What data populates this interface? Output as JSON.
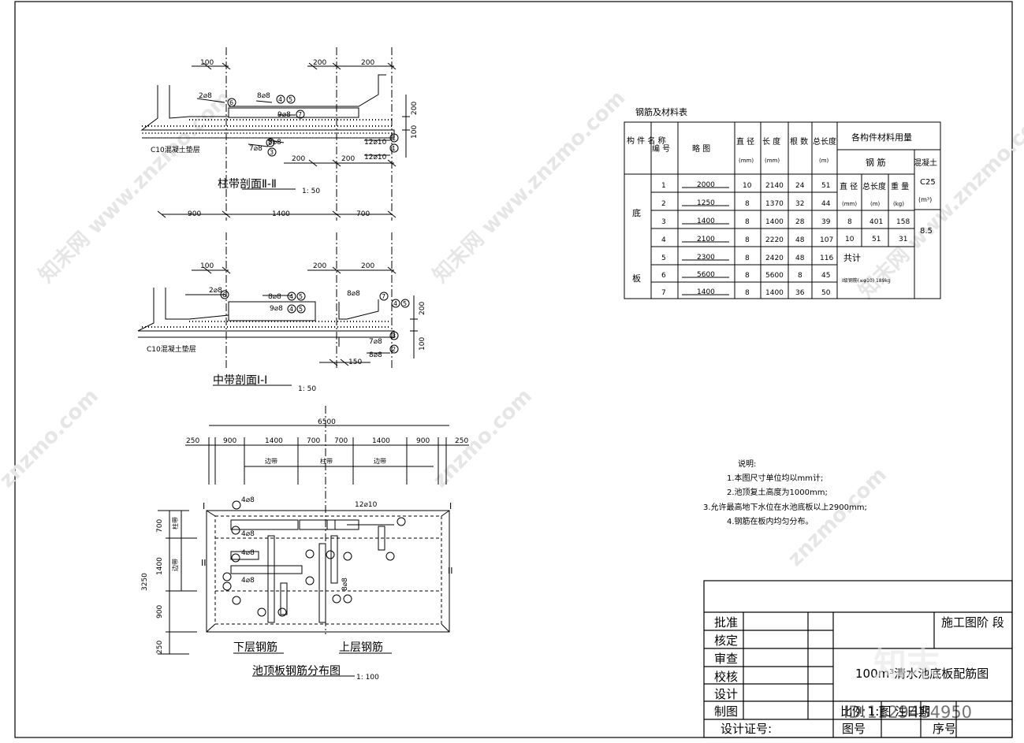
{
  "section_2": {
    "title": "柱带剖面Ⅱ-Ⅱ",
    "scale": "1: 50",
    "dims": {
      "d100": "100",
      "d200a": "200",
      "d200b": "200",
      "d200v": "200",
      "d100v": "100",
      "d200c": "200",
      "d200d": "200"
    },
    "rebar": {
      "r_2e8": "2⌀8",
      "r_8e8": "8⌀8",
      "r_9e8": "9⌀8",
      "r_7e8": "7⌀8",
      "r_8e8b": "8⌀8",
      "r_12a": "12⌀10",
      "r_12b": "12⌀10"
    },
    "circles": [
      "6",
      "4",
      "5",
      "7",
      "2",
      "3",
      "1",
      "1"
    ],
    "cushion": "C10混凝土垫层",
    "spans": [
      "900",
      "1400",
      "700"
    ]
  },
  "section_1": {
    "title": "中带剖面Ⅰ-Ⅰ",
    "scale": "1: 50",
    "dims": {
      "d100": "100",
      "d200a": "200",
      "d200b": "200",
      "d200v": "200",
      "d100v": "100",
      "d150": "150"
    },
    "rebar": {
      "r_2e8": "2⌀8",
      "r_8e8": "8⌀8",
      "r_9e8": "9⌀8",
      "r_8e8b": "8⌀8",
      "r_7e8": "7⌀8",
      "r_8e8c": "8⌀8"
    },
    "circles": [
      "6",
      "4",
      "5",
      "4",
      "5",
      "7",
      "4",
      "5",
      "3",
      "2"
    ],
    "cushion": "C10混凝土垫层"
  },
  "plan": {
    "title": "池顶板钢筋分布图",
    "scale": "1: 100",
    "total": "6500",
    "top_dims": [
      "250",
      "900",
      "1400",
      "700",
      "700",
      "1400",
      "900",
      "250"
    ],
    "band_labels": [
      "边带",
      "柱带",
      "边带"
    ],
    "left_dims": [
      "3250",
      "700",
      "1400",
      "900",
      "250"
    ],
    "left_bands": [
      "柱带",
      "边带"
    ],
    "rebar": {
      "r_4e8a": "4⌀8",
      "r_4e8b": "4⌀8",
      "r_4e8c": "4⌀8",
      "r_4e8d": "4⌀8",
      "r_12": "12⌀10",
      "r_8e8": "8⌀8"
    },
    "cut_labels": [
      "I",
      "I",
      "II",
      "II"
    ],
    "lower_label": "下层钢筋",
    "upper_label": "上层钢筋"
  },
  "table": {
    "caption": "钢筋及材料表",
    "headers": {
      "member": "构 件 名 称",
      "no": "编 号",
      "sketch": "略 图",
      "dia": "直 径",
      "dia_unit": "(mm)",
      "len": "长 度",
      "len_unit": "(mm)",
      "count": "根 数",
      "total": "总长度",
      "total_unit": "(m)",
      "usage": "各构件材料用量",
      "steel": "钢 筋",
      "concrete": "混凝土",
      "sub_dia": "直 径",
      "sub_dia_unit": "(mm)",
      "sub_len": "总长度",
      "sub_len_unit": "(m)",
      "sub_wt": "重 量",
      "sub_wt_unit": "(kg)",
      "conc_grade": "C25",
      "conc_unit": "(m³)"
    },
    "member_chars": [
      "底",
      "板"
    ],
    "rows": [
      {
        "no": "1",
        "sketch": "2000",
        "dia": "10",
        "len": "2140",
        "count": "24",
        "total": "51"
      },
      {
        "no": "2",
        "sketch": "1250",
        "dia": "8",
        "len": "1370",
        "count": "32",
        "total": "44"
      },
      {
        "no": "3",
        "sketch": "1400",
        "dia": "8",
        "len": "1400",
        "count": "28",
        "total": "39"
      },
      {
        "no": "4",
        "sketch": "2100",
        "dia": "8",
        "len": "2220",
        "count": "48",
        "total": "107"
      },
      {
        "no": "5",
        "sketch": "2300",
        "dia": "8",
        "len": "2420",
        "count": "48",
        "total": "116"
      },
      {
        "no": "6",
        "sketch": "5600",
        "dia": "8",
        "len": "5600",
        "count": "8",
        "total": "45"
      },
      {
        "no": "7",
        "sketch": "1400",
        "dia": "8",
        "len": "1400",
        "count": "36",
        "total": "50"
      }
    ],
    "usage_rows": [
      {
        "dia": "8",
        "len": "401",
        "wt": "158"
      },
      {
        "dia": "10",
        "len": "51",
        "wt": "31"
      }
    ],
    "concrete_volume": "8.5",
    "sum_label": "共计",
    "sum_note": "I级钢筋(≤φ10) 189kg"
  },
  "notes": {
    "title": "说明:",
    "items": [
      "1.本图尺寸单位均以mm计;",
      "2.池顶复土高度为1000mm;",
      "3.允许最高地下水位在水池底板以上2900mm;",
      "4.钢筋在板内均匀分布。"
    ]
  },
  "title_block": {
    "roles": [
      "批准",
      "核定",
      "审查",
      "校核",
      "设计",
      "制图"
    ],
    "cert": "设计证号:",
    "stage": "施工图阶 段",
    "drawing_title": "100m³清水池底板配筋图",
    "drawing_no_label": "图号",
    "seq_label": "序号",
    "bottom_text": "比例 1:图 注日期"
  },
  "watermark": {
    "brand": "知末网 www.znzmo.com",
    "brand_url": "znzmo.com",
    "logo": "知末",
    "id": "ID:1129484950"
  }
}
